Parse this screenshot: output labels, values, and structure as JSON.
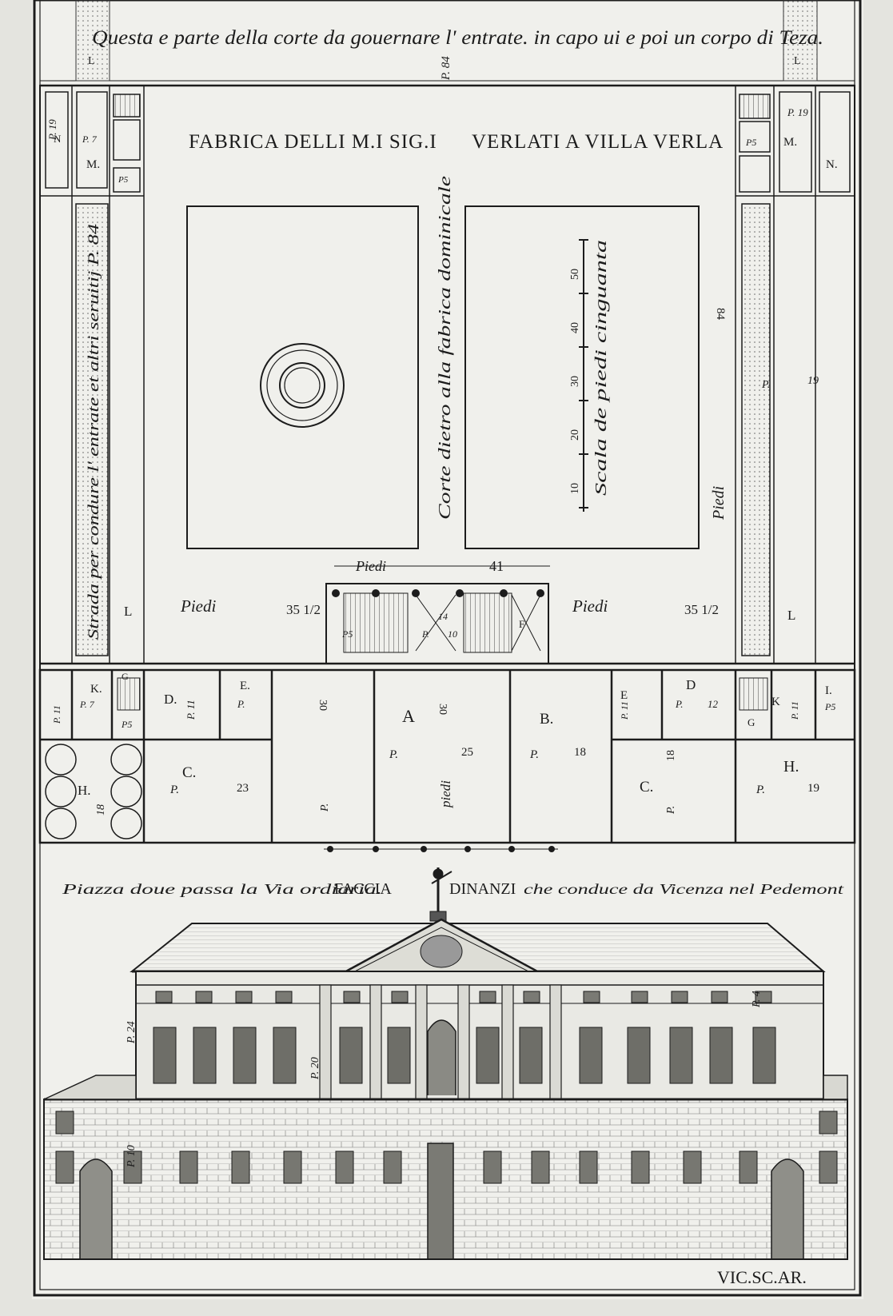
{
  "top_caption": "Questa e parte della corte da gouernare l' entrate. in capo ui e poi un corpo di Teza.",
  "title_left": "FABRICA DELLI M.I SIG.I",
  "title_right": "VERLATI A VILLA VERLA",
  "courtyard_label": "Corte dietro alla fabrica dominicale",
  "scale": {
    "label": "Scala de piedi cinguanta",
    "ticks": [
      "10",
      "20",
      "30",
      "40",
      "50"
    ]
  },
  "left_street_label": "Strada per condure l' entrate et altri seruitij P. 84",
  "top_dim": "P. 84",
  "right_dim_84": "84",
  "right_dim_piedi": "Piedi",
  "loggia_dim": {
    "label": "Piedi",
    "value": "41"
  },
  "side_dims": {
    "left_label": "Piedi",
    "left_value": "35 1/2",
    "right_label": "Piedi",
    "right_value": "35 1/2"
  },
  "room_letters": {
    "A": "A",
    "B": "B.",
    "C_left": "C.",
    "C_right": "C.",
    "D_left": "D.",
    "D_right": "D",
    "E_left": "E.",
    "E_right": "E",
    "F": "F",
    "G_left": "G",
    "G_right": "G",
    "H_left": "H.",
    "H_right": "H.",
    "I": "I.",
    "K_left": "K.",
    "K_right": "K",
    "L_top_left": "L",
    "L_top_right": "L",
    "L_left": "L",
    "L_right": "L",
    "M_left": "M.",
    "M_right": "M.",
    "N_left": "N",
    "N_right": "N."
  },
  "room_dims": {
    "p": "P.",
    "piedi": "piedi",
    "v30": "30",
    "v25": "25",
    "v18": "18",
    "v23": "23",
    "v19": "19",
    "v11": "11",
    "v12": "12",
    "v7": "7",
    "v5": "5",
    "v10": "10",
    "v14": "14",
    "p7": "P. 7",
    "p5": "P5",
    "p19": "P. 19",
    "p11": "P. 11"
  },
  "elevation": {
    "caption_left": "Piazza doue passa la Via ordiaria.",
    "caption_center_a": "FACCIA",
    "caption_center_b": "DINANZI",
    "caption_right": "che conduce da Vicenza nel Pedemont",
    "dim_24": "P. 24",
    "dim_20": "P. 20",
    "dim_10": "P. 10",
    "dim_4": "P. 4"
  },
  "signature": "VIC.SC.AR."
}
